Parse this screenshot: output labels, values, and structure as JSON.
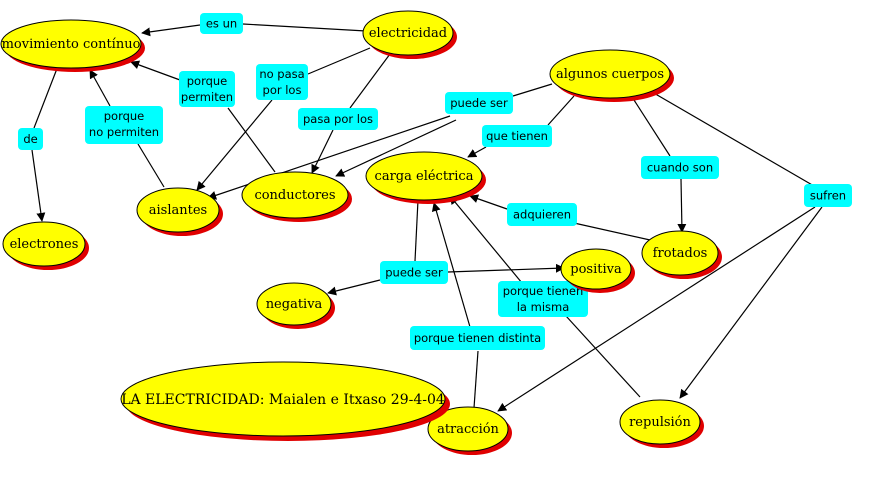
{
  "colors": {
    "concept_fill": "#ffff00",
    "concept_shadow": "#e00000",
    "link_fill": "#00ffff",
    "edge": "#000000"
  },
  "title": "LA ELECTRICIDAD: Maialen e Itxaso 29-4-04",
  "concepts": {
    "movimiento": "movimiento contínuo",
    "electricidad": "electricidad",
    "algunos": "algunos cuerpos",
    "carga": "carga eléctrica",
    "conductores": "conductores",
    "aislantes": "aislantes",
    "electrones": "electrones",
    "frotados": "frotados",
    "positiva": "positiva",
    "negativa": "negativa",
    "atraccion": "atracción",
    "repulsion": "repulsión"
  },
  "links": {
    "es_un": [
      "es un"
    ],
    "de": [
      "de"
    ],
    "no_pasa": [
      "no pasa",
      "por los"
    ],
    "pasa_por": [
      "pasa por los"
    ],
    "porque_permiten": [
      "porque",
      "permiten"
    ],
    "porque_no_permiten": [
      "porque",
      "no permiten"
    ],
    "puede_ser_top": [
      "puede ser"
    ],
    "que_tienen": [
      "que tienen"
    ],
    "cuando_son": [
      "cuando son"
    ],
    "sufren": [
      "sufren"
    ],
    "adquieren": [
      "adquieren"
    ],
    "puede_ser_bottom": [
      "puede ser"
    ],
    "porque_tienen_misma": [
      "porque tienen",
      "la misma"
    ],
    "porque_tienen_distinta": [
      "porque tienen distinta"
    ]
  }
}
